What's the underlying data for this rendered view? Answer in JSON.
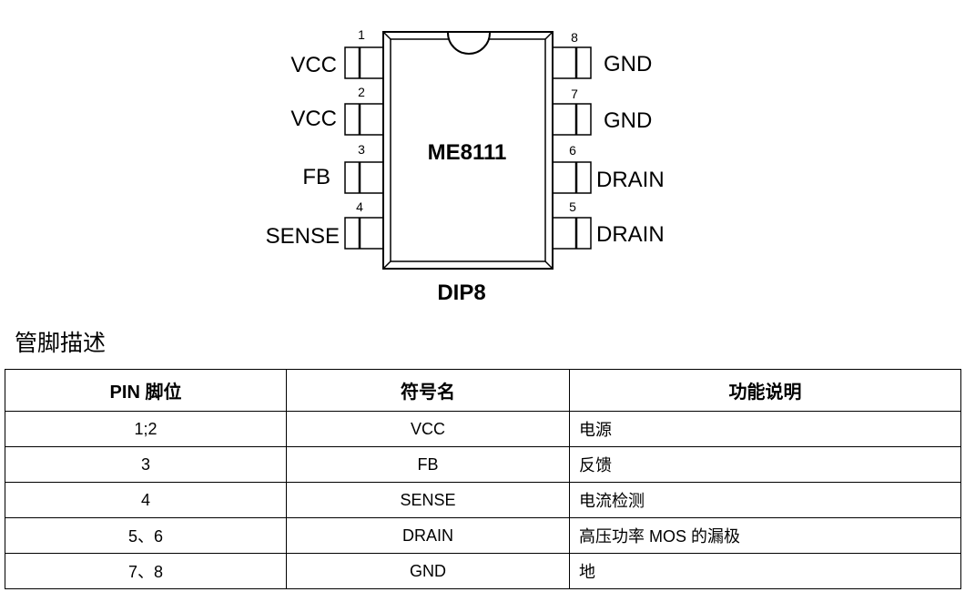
{
  "diagram": {
    "chip_name": "ME8111",
    "package": "DIP8",
    "left_pins": [
      {
        "num": "1",
        "label": "VCC"
      },
      {
        "num": "2",
        "label": "VCC"
      },
      {
        "num": "3",
        "label": "FB"
      },
      {
        "num": "4",
        "label": "SENSE"
      }
    ],
    "right_pins": [
      {
        "num": "8",
        "label": "GND"
      },
      {
        "num": "7",
        "label": "GND"
      },
      {
        "num": "6",
        "label": "DRAIN"
      },
      {
        "num": "5",
        "label": "DRAIN"
      }
    ]
  },
  "section_title": "管脚描述",
  "table": {
    "headers": [
      "PIN 脚位",
      "符号名",
      "功能说明"
    ],
    "rows": [
      [
        "1;2",
        "VCC",
        "电源"
      ],
      [
        "3",
        "FB",
        "反馈"
      ],
      [
        "4",
        "SENSE",
        "电流检测"
      ],
      [
        "5、6",
        "DRAIN",
        "高压功率 MOS 的漏极"
      ],
      [
        "7、8",
        "GND",
        "地"
      ]
    ]
  }
}
